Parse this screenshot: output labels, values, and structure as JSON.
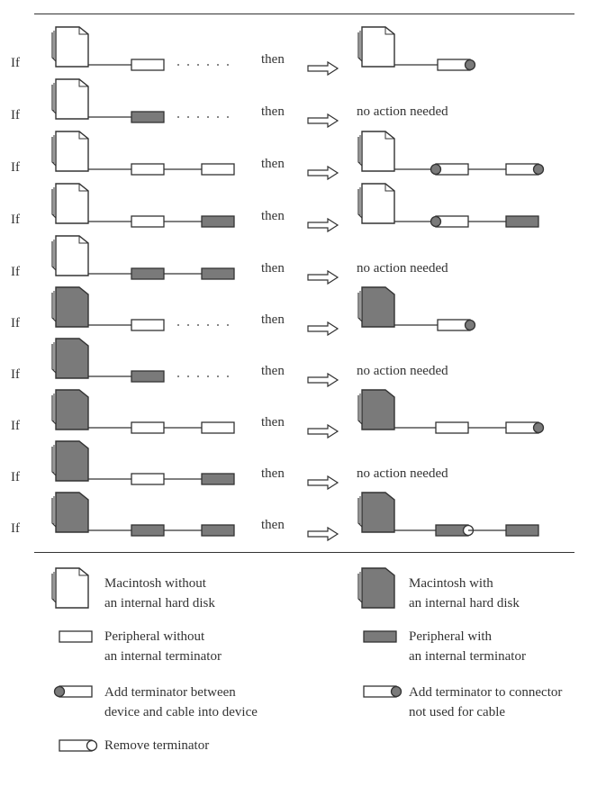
{
  "words": {
    "if": "If",
    "then": "then",
    "no_action": "no action needed"
  },
  "colors": {
    "ink": "#333333",
    "fill_dark": "#7a7a7a",
    "fill_light": "#ffffff"
  },
  "rows": [
    {
      "mac": "without-disk",
      "devices": [
        "plain",
        "dots"
      ],
      "result": {
        "type": "diagram",
        "devices": [
          "term-left-plain"
        ]
      }
    },
    {
      "mac": "without-disk",
      "devices": [
        "terminated",
        "dots"
      ],
      "result": {
        "type": "text"
      }
    },
    {
      "mac": "without-disk",
      "devices": [
        "plain",
        "plain"
      ],
      "result": {
        "type": "diagram",
        "devices": [
          "term-both-plain",
          "term-right-plain"
        ]
      }
    },
    {
      "mac": "without-disk",
      "devices": [
        "plain",
        "terminated"
      ],
      "result": {
        "type": "diagram",
        "devices": [
          "term-both-plain",
          "terminated"
        ]
      }
    },
    {
      "mac": "without-disk",
      "devices": [
        "terminated",
        "terminated"
      ],
      "result": {
        "type": "text"
      }
    },
    {
      "mac": "with-disk",
      "devices": [
        "plain",
        "dots"
      ],
      "result": {
        "type": "diagram",
        "devices": [
          "term-right-plain"
        ]
      }
    },
    {
      "mac": "with-disk",
      "devices": [
        "terminated",
        "dots"
      ],
      "result": {
        "type": "text"
      }
    },
    {
      "mac": "with-disk",
      "devices": [
        "plain",
        "plain"
      ],
      "result": {
        "type": "diagram",
        "devices": [
          "plain",
          "term-right-plain"
        ]
      }
    },
    {
      "mac": "with-disk",
      "devices": [
        "plain",
        "terminated"
      ],
      "result": {
        "type": "text"
      }
    },
    {
      "mac": "with-disk",
      "devices": [
        "terminated",
        "terminated"
      ],
      "result": {
        "type": "diagram",
        "devices": [
          "remove-term",
          "terminated"
        ]
      }
    }
  ],
  "legend": {
    "mac_without_disk": [
      "Macintosh without",
      "an internal hard disk"
    ],
    "mac_with_disk": [
      "Macintosh with",
      "an internal hard disk"
    ],
    "peripheral_without_terminator": [
      "Peripheral without",
      "an internal terminator"
    ],
    "peripheral_with_terminator": [
      "Peripheral with",
      "an internal terminator"
    ],
    "add_terminator_between": [
      "Add terminator between",
      "device and cable into device"
    ],
    "add_terminator_connector": [
      "Add terminator to connector",
      "not used for cable"
    ],
    "remove_terminator": [
      "Remove terminator"
    ]
  }
}
